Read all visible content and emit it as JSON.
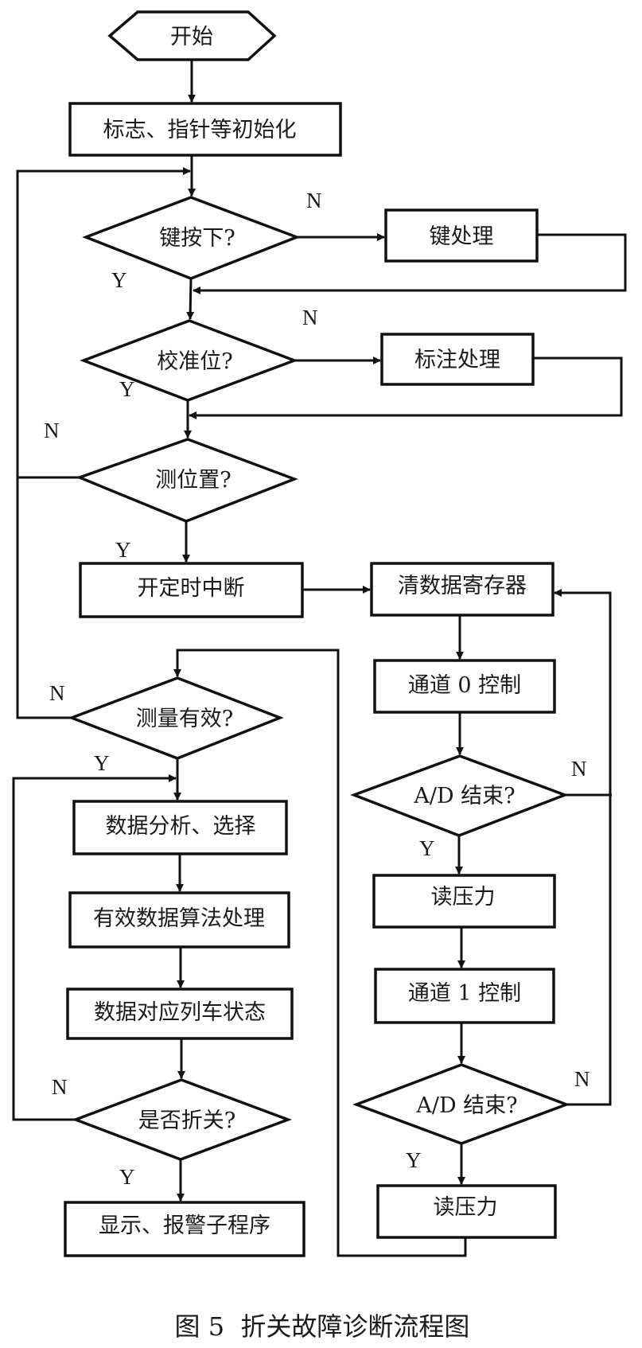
{
  "caption": "图 5  折关故障诊断流程图",
  "nodes": {
    "start": "开始",
    "init": "标志、指针等初始化",
    "key_pressed": "键按下?",
    "key_handle": "键处理",
    "calibrate": "校准位?",
    "mark_handle": "标注处理",
    "measure_pos": "测位置?",
    "timer_int": "开定时中断",
    "clear_reg": "清数据寄存器",
    "measure_valid": "测量有效?",
    "ch0": "通道 0 控制",
    "ad_done_1": "A/D 结束?",
    "data_analysis": "数据分析、选择",
    "read_p1": "读压力",
    "algo": "有效数据算法处理",
    "ch1": "通道 1 控制",
    "train_state": "数据对应列车状态",
    "ad_done_2": "A/D 结束?",
    "fold_check": "是否折关?",
    "read_p2": "读压力",
    "display": "显示、报警子程序"
  },
  "branch_labels": {
    "yes": "Y",
    "no": "N"
  }
}
